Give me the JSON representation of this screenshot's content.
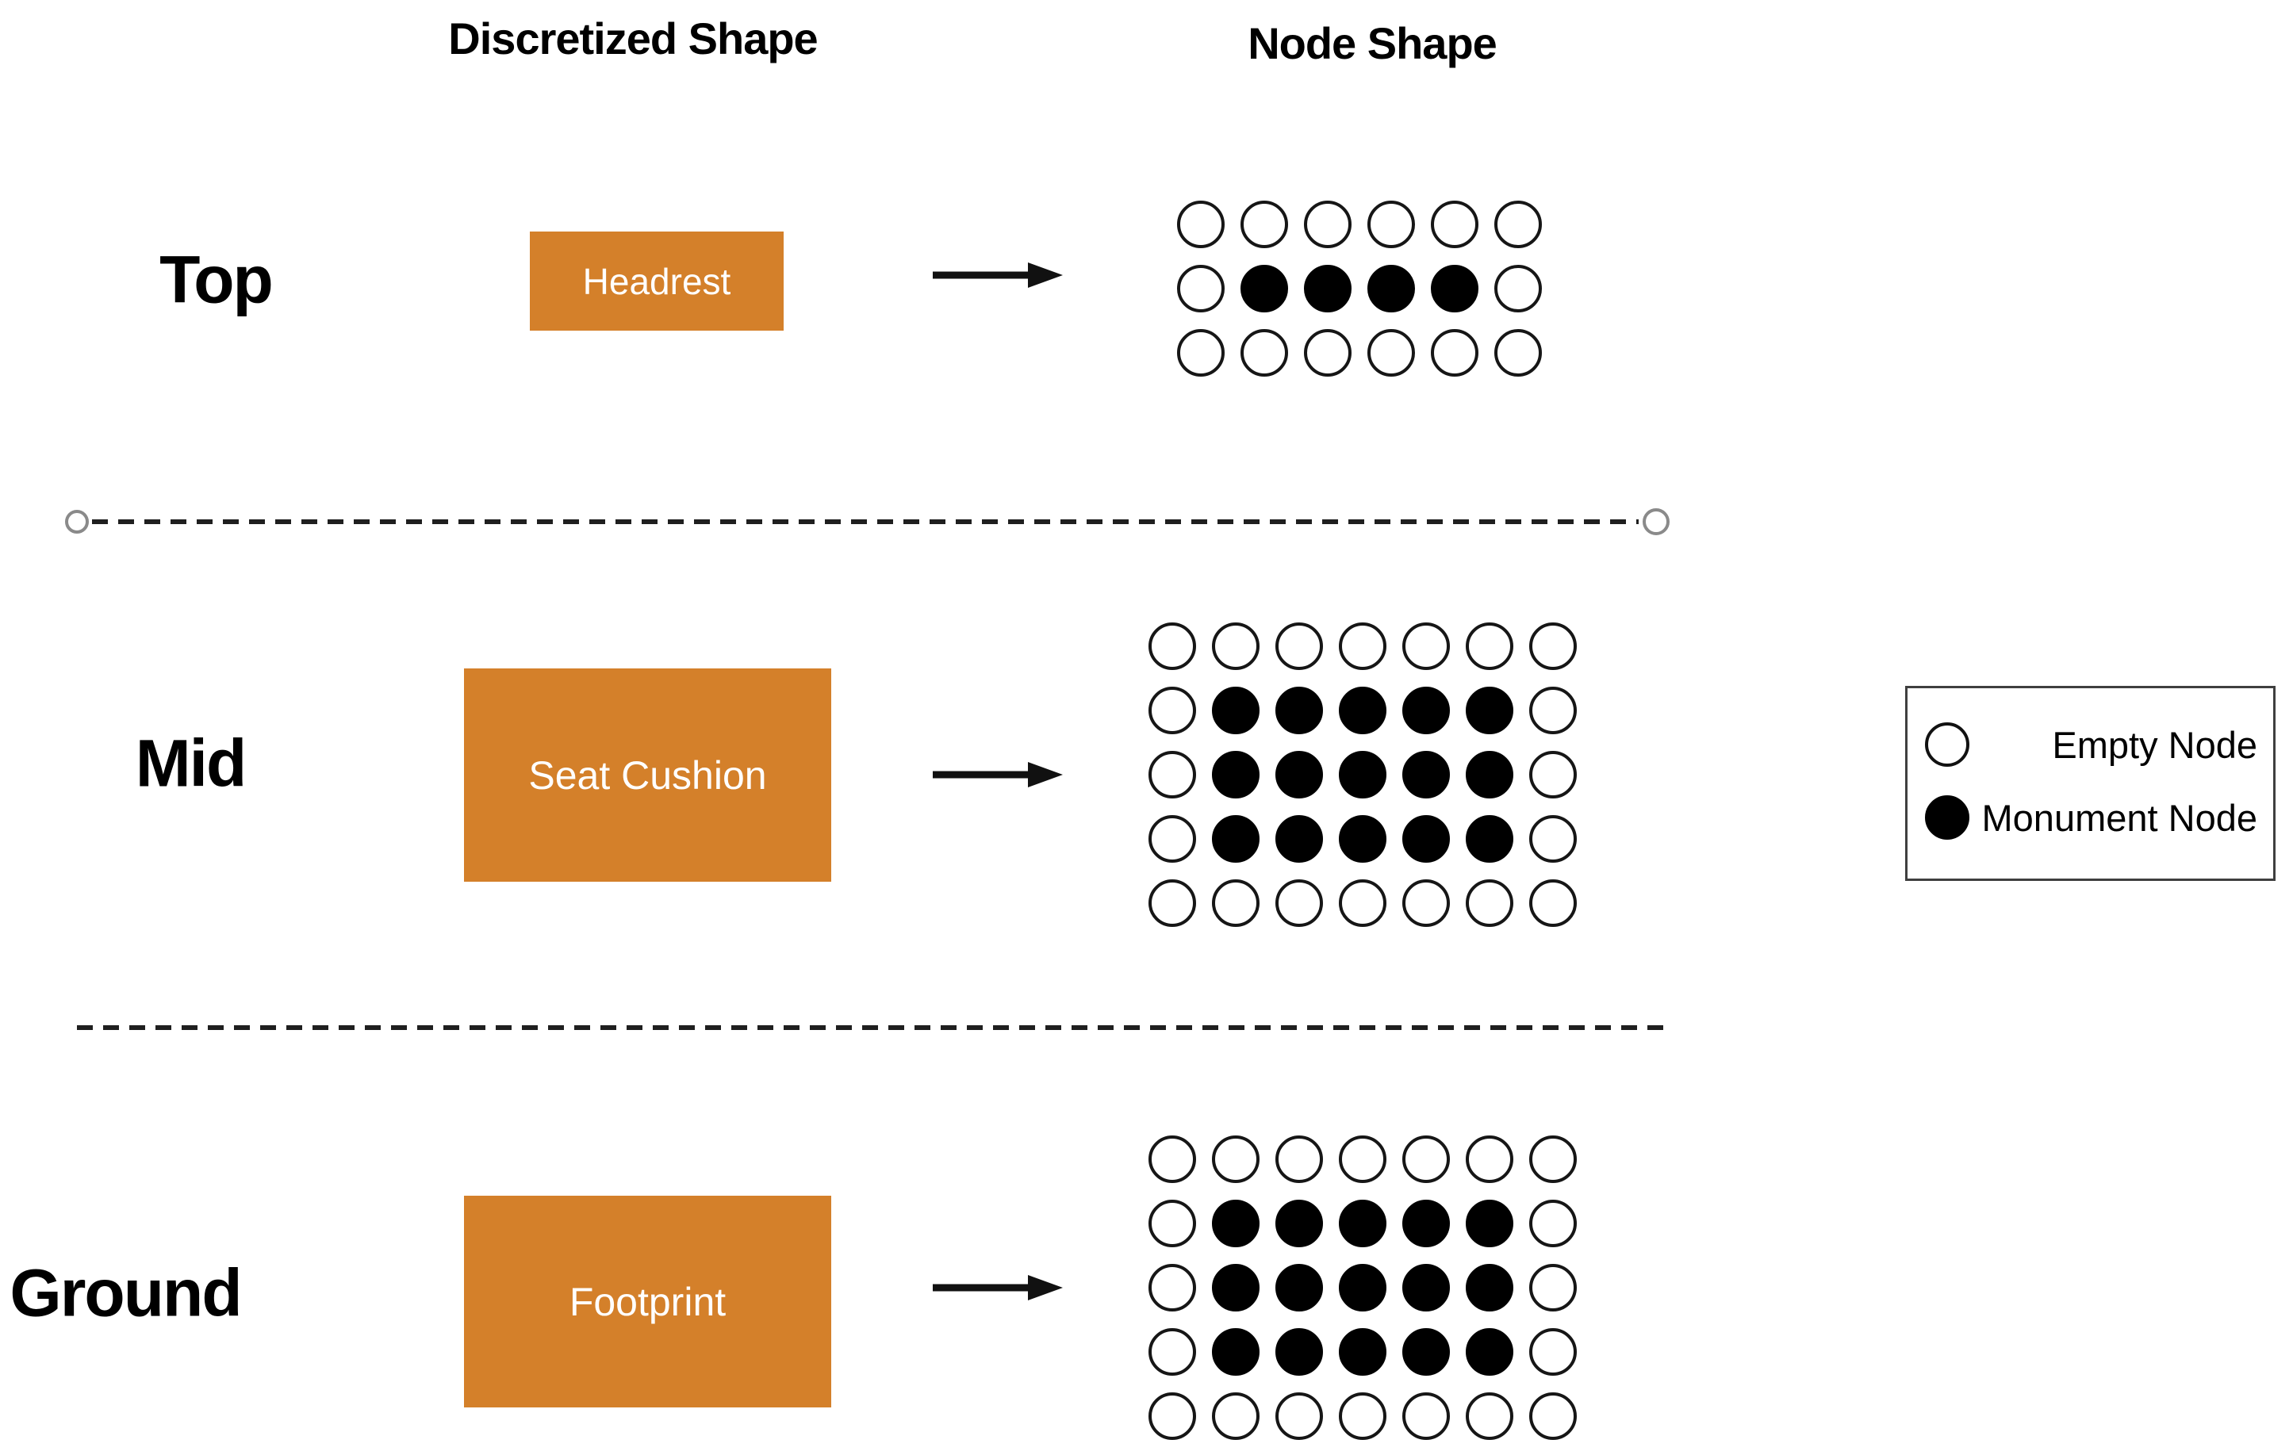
{
  "headers": {
    "discretized_shape": "Discretized Shape",
    "node_shape": "Node Shape"
  },
  "rows": [
    {
      "id": "top",
      "label": "Top",
      "shape_label": "Headrest",
      "grid": {
        "cols": 6,
        "rows": 3,
        "pattern": [
          "000000",
          "011110",
          "000000"
        ]
      }
    },
    {
      "id": "mid",
      "label": "Mid",
      "shape_label": "Seat Cushion",
      "grid": {
        "cols": 7,
        "rows": 5,
        "pattern": [
          "0000000",
          "0111110",
          "0111110",
          "0111110",
          "0000000"
        ]
      }
    },
    {
      "id": "ground",
      "label": "Ground",
      "shape_label": "Footprint",
      "grid": {
        "cols": 7,
        "rows": 5,
        "pattern": [
          "0000000",
          "0111110",
          "0111110",
          "0111110",
          "0000000"
        ]
      }
    }
  ],
  "dividers": [
    {
      "has_end_circles": true
    },
    {
      "has_end_circles": false
    }
  ],
  "legend": {
    "items": [
      {
        "symbol": "empty-node",
        "label": "Empty Node"
      },
      {
        "symbol": "monument-node",
        "label": "Monument Node"
      }
    ]
  },
  "colors": {
    "shape_fill": "#d4802a",
    "shape_text": "#ffffff",
    "node_stroke": "#161616",
    "monument_fill": "#000000",
    "divider": "#1f1f1f",
    "divider_end_circle": "#8a8a8a",
    "legend_border": "#3f3f3f",
    "text": "#000000"
  }
}
